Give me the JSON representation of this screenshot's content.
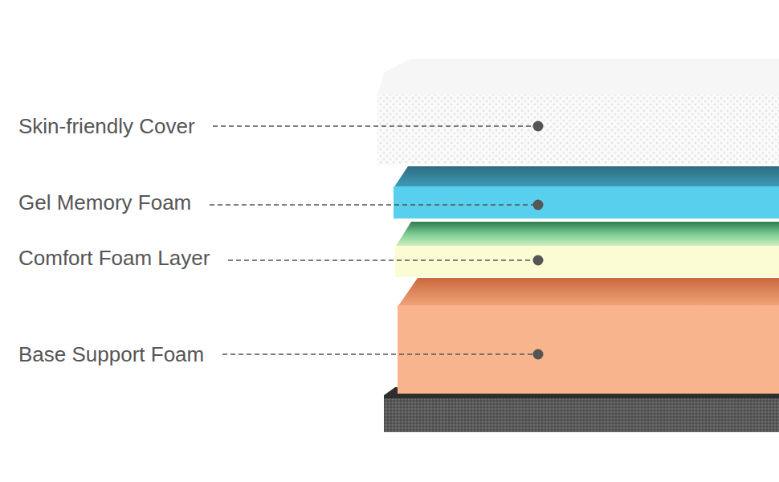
{
  "diagram": {
    "labels": [
      "Skin-friendly Cover",
      "Gel Memory Foam",
      "Comfort Foam Layer",
      "Base Support Foam"
    ]
  }
}
